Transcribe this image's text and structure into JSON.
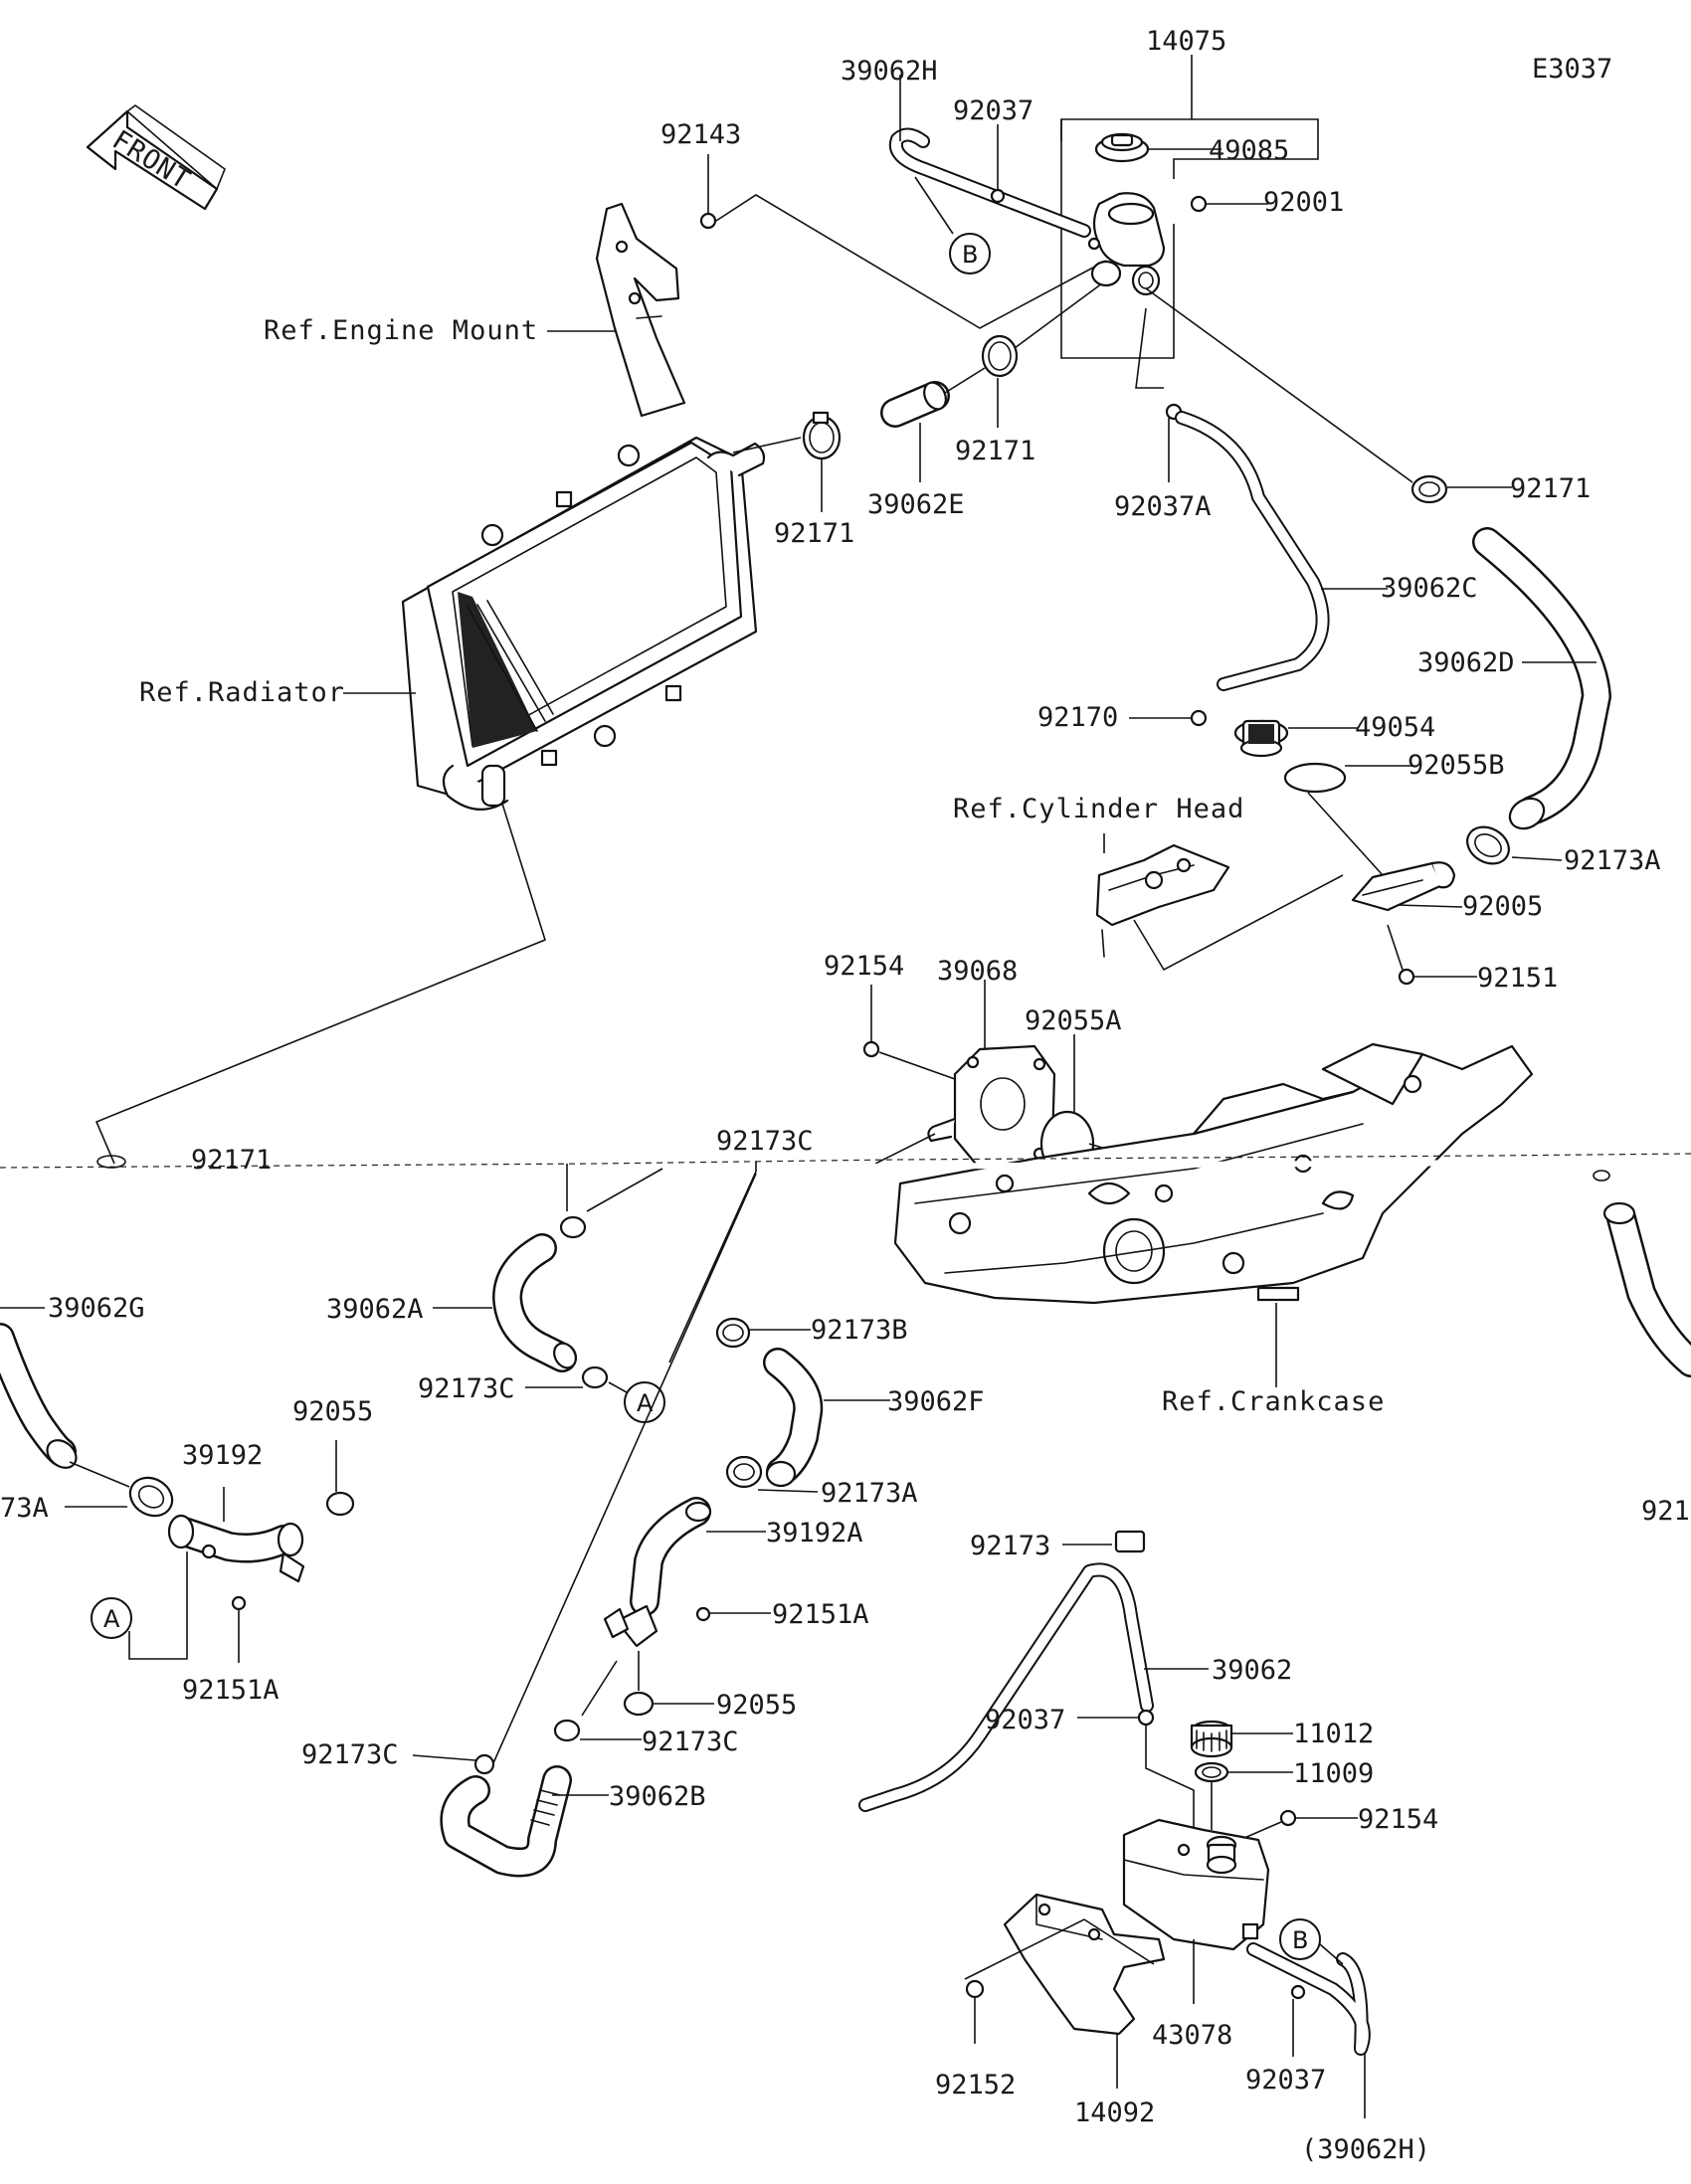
{
  "diagram_code": "E3037",
  "front_label": "FRONT",
  "callouts": {
    "A": "A",
    "B": "B"
  },
  "labels": {
    "p14075": "14075",
    "p39062H": "39062H",
    "p92037_top": "92037",
    "p49085": "49085",
    "p92001": "92001",
    "p92143": "92143",
    "ref_engine_mount": "Ref.Engine Mount",
    "p92171_a": "92171",
    "p92171_b": "92171",
    "p39062E": "39062E",
    "p92171_c": "92171",
    "p92037A": "92037A",
    "p39062C": "39062C",
    "p39062D": "39062D",
    "ref_radiator": "Ref.Radiator",
    "p92170": "92170",
    "p49054": "49054",
    "p92055B": "92055B",
    "ref_cylinder_head": "Ref.Cylinder Head",
    "p92173A_right": "92173A",
    "p92005": "92005",
    "p92151": "92151",
    "p92154_top": "92154",
    "p39068": "39068",
    "p92055A": "92055A",
    "p92171_cut": "92171",
    "p92173C_top": "92173C",
    "p39062G": "39062G",
    "p39062A": "39062A",
    "p92173B": "92173B",
    "p92173C_mid": "92173C",
    "p39062F": "39062F",
    "ref_crankcase": "Ref.Crankcase",
    "p92055_left": "92055",
    "p39192": "39192",
    "p73A_cut": "73A",
    "p92173A_mid": "92173A",
    "p39192A": "39192A",
    "p921_cut": "921",
    "p92151A_right": "92151A",
    "p92151A_left": "92151A",
    "p92055_mid": "92055",
    "p92173C_low": "92173C",
    "p92173C_left": "92173C",
    "p39062B": "39062B",
    "p92173": "92173",
    "p39062": "39062",
    "p92037_low": "92037",
    "p11012": "11012",
    "p11009": "11009",
    "p92154_low": "92154",
    "p43078": "43078",
    "p92152": "92152",
    "p14092": "14092",
    "p92037_bottom": "92037",
    "p39062H_paren": "(39062H)"
  }
}
